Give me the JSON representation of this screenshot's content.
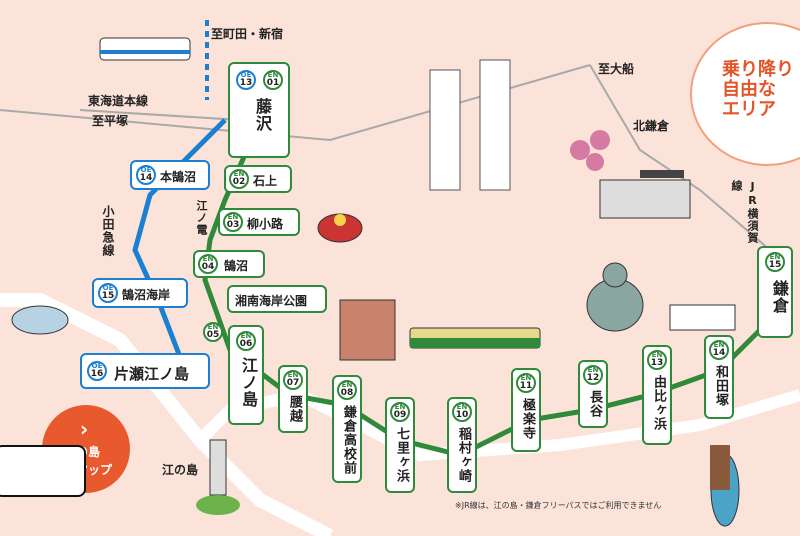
{
  "colors": {
    "background": "#fbe3da",
    "odakyu_blue": "#1d7fd1",
    "enoden_green": "#2f8a3a",
    "road_white": "#ffffff",
    "line_gray": "#a9a9a9",
    "accent_orange": "#e85a2d"
  },
  "labels": {
    "to_machida_shinjuku": "至町田・新宿",
    "tokaido_line": "東海道本線",
    "to_hiratsuka": "至平塚",
    "to_ofuna": "至大船",
    "kita_kamakura": "北鎌倉",
    "odakyu_line": "小田急線",
    "enoden": "江ノ電",
    "jr_yokosuka_line": "JR横須賀線",
    "enoshima_area": "江の島",
    "bubble": [
      "乗り降り",
      "自由な",
      "エリア"
    ],
    "button_lines": [
      "江の島",
      "マップ"
    ],
    "button_arrow": "›",
    "note": "※JR線は、江の島・鎌倉フリーパスではご利用できません"
  },
  "stations": {
    "fujisawa": {
      "codes": [
        [
          "OE",
          "13"
        ],
        [
          "EN",
          "01"
        ]
      ],
      "name": "藤沢"
    },
    "hon_kugenuma": {
      "code": [
        "OE",
        "14"
      ],
      "name": "本鵠沼"
    },
    "kugenuma_kaigan": {
      "code": [
        "OE",
        "15"
      ],
      "name": "鵠沼海岸"
    },
    "katase_enoshima": {
      "code": [
        "OE",
        "16"
      ],
      "name": "片瀬江ノ島"
    },
    "ishigami": {
      "code": [
        "EN",
        "02"
      ],
      "name": "石上"
    },
    "yanagikoji": {
      "code": [
        "EN",
        "03"
      ],
      "name": "柳小路"
    },
    "kugenuma": {
      "code": [
        "EN",
        "04"
      ],
      "name": "鵠沼"
    },
    "shonan_kaigan_koen": {
      "code": [
        "EN",
        "05"
      ],
      "name": "湘南海岸公園"
    },
    "enoshima": {
      "code": [
        "EN",
        "06"
      ],
      "name": "江ノ島"
    },
    "koshigoe": {
      "code": [
        "EN",
        "07"
      ],
      "name": "腰越"
    },
    "kamakura_koko_mae": {
      "code": [
        "EN",
        "08"
      ],
      "name": "鎌倉高校前"
    },
    "shichirigahama": {
      "code": [
        "EN",
        "09"
      ],
      "name": "七里ヶ浜"
    },
    "inamuragasaki": {
      "code": [
        "EN",
        "10"
      ],
      "name": "稲村ヶ崎"
    },
    "gokurakuji": {
      "code": [
        "EN",
        "11"
      ],
      "name": "極楽寺"
    },
    "hase": {
      "code": [
        "EN",
        "12"
      ],
      "name": "長谷"
    },
    "yuigahama": {
      "code": [
        "EN",
        "13"
      ],
      "name": "由比ヶ浜"
    },
    "wadazuka": {
      "code": [
        "EN",
        "14"
      ],
      "name": "和田塚"
    },
    "kamakura": {
      "code": [
        "EN",
        "15"
      ],
      "name": "鎌倉"
    }
  }
}
